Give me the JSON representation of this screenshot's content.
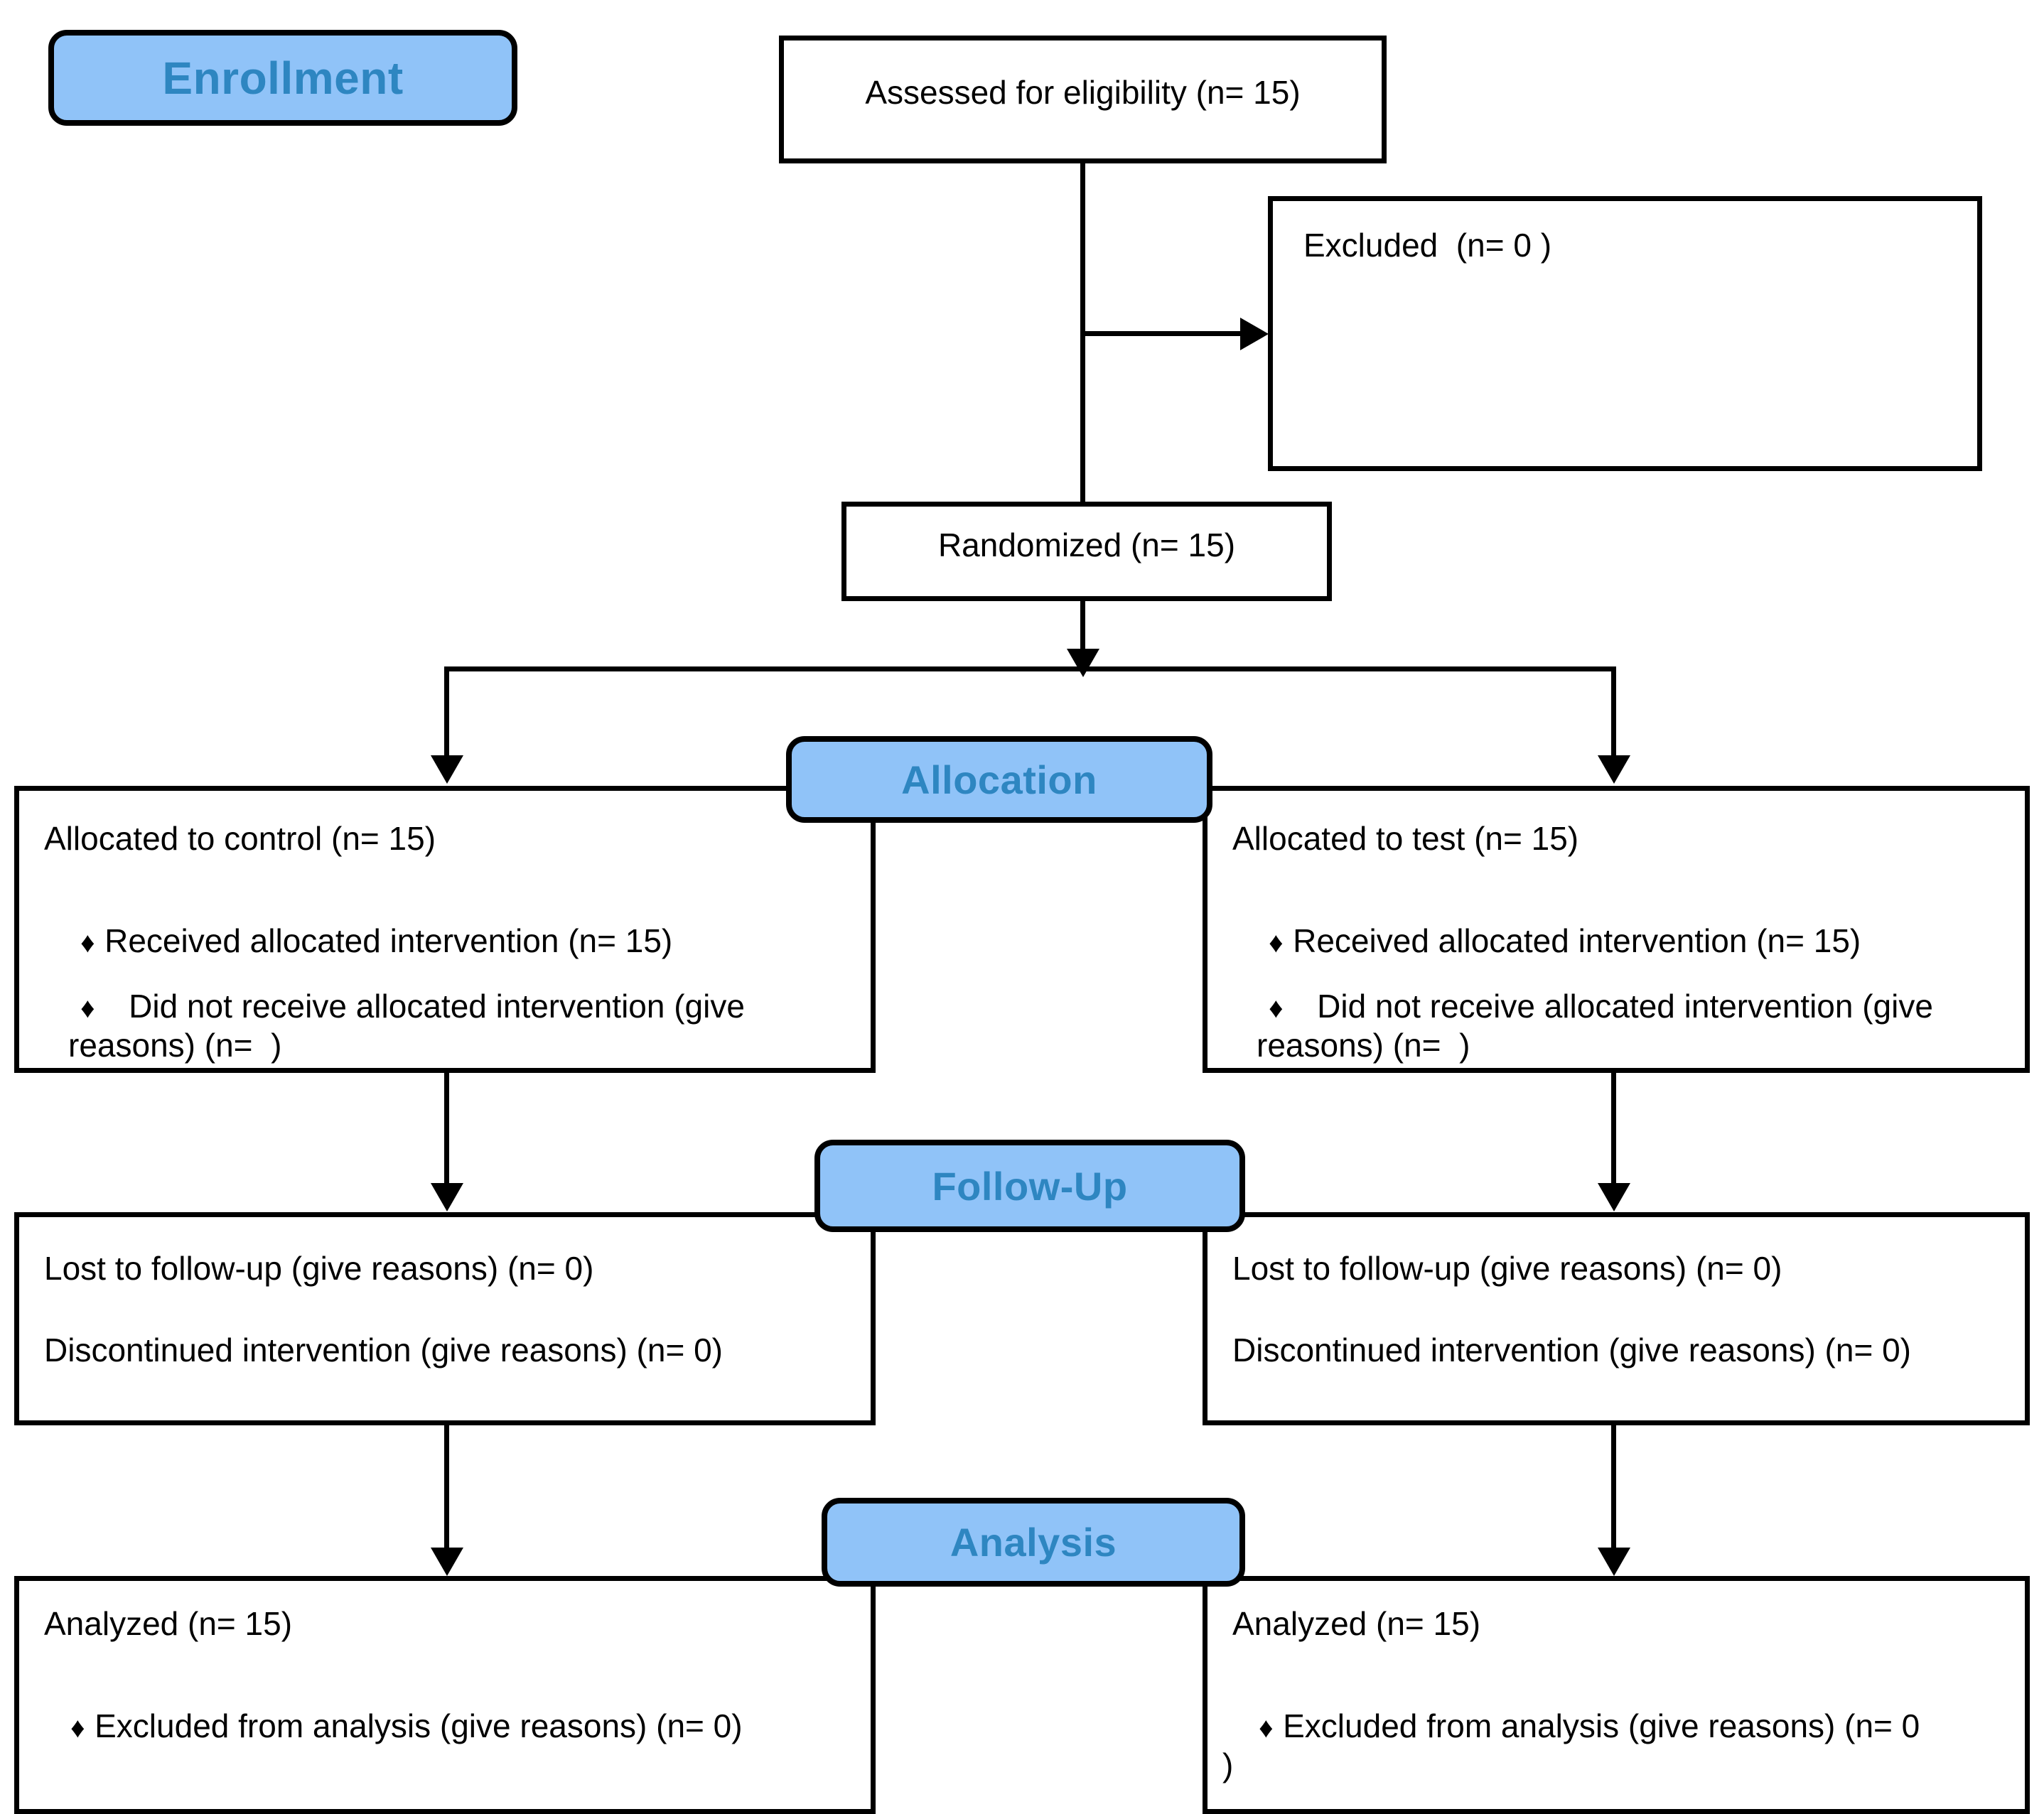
{
  "diagram": {
    "title": "CONSORT participant flow diagram",
    "stage_badges": {
      "enrollment": "Enrollment",
      "allocation": "Allocation",
      "follow_up": "Follow-Up",
      "analysis": "Analysis"
    },
    "colors": {
      "badge_fill": "#90C3F8",
      "badge_text": "#2E86C1",
      "stroke": "#000000",
      "box_fill": "#FFFFFF"
    },
    "nodes": {
      "assessed": {
        "text": "Assessed for eligibility (n= 15)"
      },
      "excluded": {
        "text": "Excluded  (n= 0 )"
      },
      "randomized": {
        "text": "Randomized (n= 15)"
      },
      "allocation_left": {
        "heading": "Allocated to control (n= 15)",
        "bullets": [
          "Received allocated intervention (n= 15)",
          "Did not receive allocated intervention (give reasons) (n=  )"
        ]
      },
      "allocation_right": {
        "heading": "Allocated to test (n= 15)",
        "bullets": [
          "Received allocated intervention (n= 15)",
          "Did not receive allocated intervention (give reasons) (n=  )"
        ]
      },
      "followup_left": {
        "line1": "Lost to follow-up (give reasons) (n= 0)",
        "line2": "Discontinued intervention (give reasons) (n= 0)"
      },
      "followup_right": {
        "line1": "Lost to follow-up (give reasons) (n= 0)",
        "line2": "Discontinued intervention (give reasons) (n= 0)"
      },
      "analysis_left": {
        "heading": "Analyzed (n= 15)",
        "bullets": [
          "Excluded from analysis (give reasons) (n= 0)"
        ]
      },
      "analysis_right": {
        "heading": "Analyzed (n= 15)",
        "bullets": [
          "Excluded from analysis (give reasons) (n= 0\n)"
        ]
      }
    },
    "bullet_glyph": "♦"
  }
}
